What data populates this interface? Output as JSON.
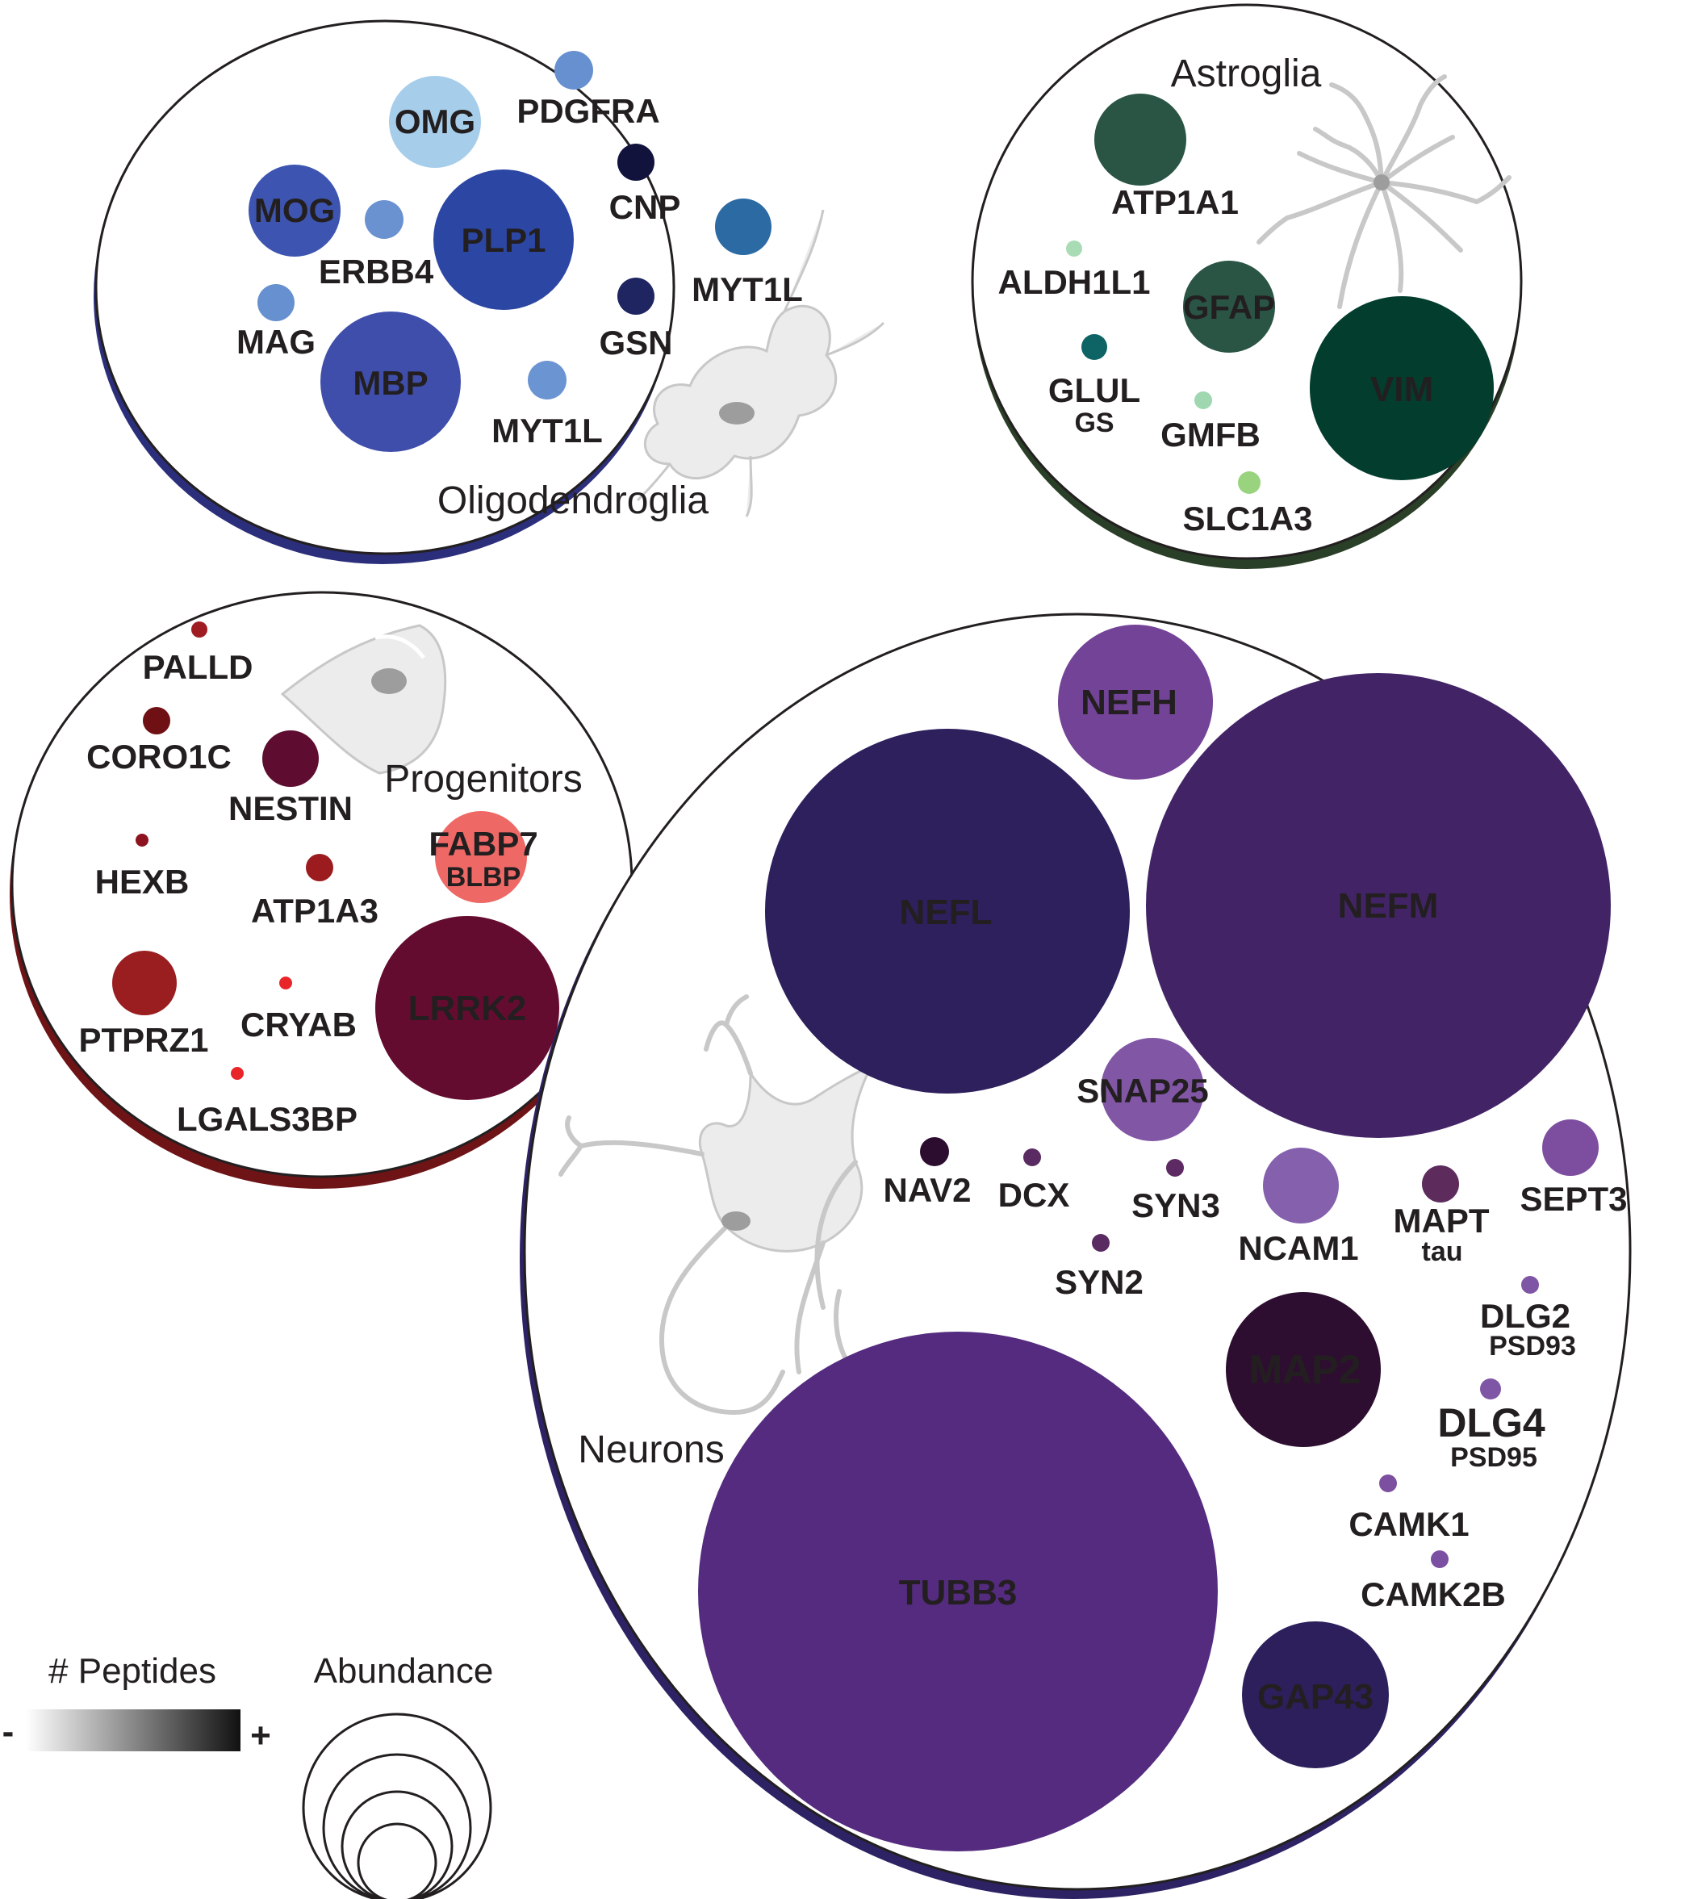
{
  "groups": {
    "oligo": {
      "title": "Oligodendroglia",
      "color": "#2b2e7a",
      "markers": [
        {
          "label": "OMG",
          "color": "#a6cdea",
          "label_color": "#231f20"
        },
        {
          "label": "PDGFRA",
          "color": "#6690cf"
        },
        {
          "label": "MOG",
          "color": "#3d55b0",
          "label_color": "#ffffff"
        },
        {
          "label": "",
          "color": "#6a92d1"
        },
        {
          "label": "ERBB4",
          "color": ""
        },
        {
          "label": "PLP1",
          "color": "#2c46a3",
          "label_color": "#ffffff"
        },
        {
          "label": "CNP",
          "color": "#11133d"
        },
        {
          "label": "MYT1L",
          "color": "#2c6aa4"
        },
        {
          "label": "MAG",
          "color": "#6690cf"
        },
        {
          "label": "MBP",
          "color": "#3f4eaa",
          "label_color": "#ffffff"
        },
        {
          "label": "GSN",
          "color": "#1f2560"
        },
        {
          "label": "MYT1L",
          "color": "#6b94d2"
        }
      ]
    },
    "astro": {
      "title": "Astroglia",
      "color": "#2a3f27",
      "markers": [
        {
          "label": "ATP1A1",
          "color": "#2a5544"
        },
        {
          "label": "ALDH1L1",
          "color": "#a9dcb5"
        },
        {
          "label": "GFAP",
          "color": "#2a5544",
          "label_color": "#ffffff"
        },
        {
          "label": "GLUL",
          "sub": "GS",
          "color": "#0e6364"
        },
        {
          "label": "GMFB",
          "color": "#9fd7b0"
        },
        {
          "label": "VIM",
          "color": "#023d2d",
          "label_color": "#ffffff"
        },
        {
          "label": "SLC1A3",
          "color": "#9ad37e"
        }
      ]
    },
    "prog": {
      "title": "Progenitors",
      "color": "#6e1416",
      "markers": [
        {
          "label": "PALLD",
          "color": "#9e1c22"
        },
        {
          "label": "CORO1C",
          "color": "#6f1114"
        },
        {
          "label": "NESTIN",
          "color": "#5e0d30"
        },
        {
          "label": "HEXB",
          "color": "#8e1320"
        },
        {
          "label": "ATP1A3",
          "color": "#9b1b1f"
        },
        {
          "label": "FABP7",
          "sub": "BLBP",
          "color": "#ee6966"
        },
        {
          "label": "PTPRZ1",
          "color": "#9a1d20"
        },
        {
          "label": "CRYAB",
          "color": "#e8262a"
        },
        {
          "label": "LRRK2",
          "color": "#640c30",
          "label_color": "#ffffff"
        },
        {
          "label": "LGALS3BP",
          "color": "#e8262a"
        }
      ]
    },
    "neuron": {
      "title": "Neurons",
      "color": "#2d2263",
      "markers": [
        {
          "label": "NEFH",
          "color": "#734397",
          "label_color": "#ffffff"
        },
        {
          "label": "NEFL",
          "color": "#2e1f5d",
          "label_color": "#ffffff"
        },
        {
          "label": "NEFM",
          "color": "#422466",
          "label_color": "#ffffff"
        },
        {
          "label": "SNAP25",
          "color": "#8156a5"
        },
        {
          "label": "NAV2",
          "color": "#2c0d2f"
        },
        {
          "label": "DCX",
          "color": "#5a2a62"
        },
        {
          "label": "SYN3",
          "color": "#5e2a63"
        },
        {
          "label": "NCAM1",
          "color": "#8460ad"
        },
        {
          "label": "MAPT",
          "sub": "tau",
          "color": "#5d2b5c"
        },
        {
          "label": "SEPT3",
          "color": "#7d4da0"
        },
        {
          "label": "SYN2",
          "color": "#5a2a62"
        },
        {
          "label": "MAP2",
          "color": "#2e0e30",
          "label_color": "#ffffff"
        },
        {
          "label": "DLG2",
          "sub": "PSD93",
          "color": "#7f55a6"
        },
        {
          "label": "DLG4",
          "sub": "PSD95",
          "color": "#7f55a6"
        },
        {
          "label": "CAMK1",
          "color": "#7c4fa0"
        },
        {
          "label": "CAMK2B",
          "color": "#7b4fa2"
        },
        {
          "label": "TUBB3",
          "color": "#542b7f",
          "label_color": "#ffffff"
        },
        {
          "label": "GAP43",
          "color": "#2c1f5c",
          "label_color": "#ffffff"
        }
      ]
    }
  },
  "legend": {
    "peptides_title": "# Peptides",
    "minus": "-",
    "plus": "+",
    "abundance_title": "Abundance"
  }
}
